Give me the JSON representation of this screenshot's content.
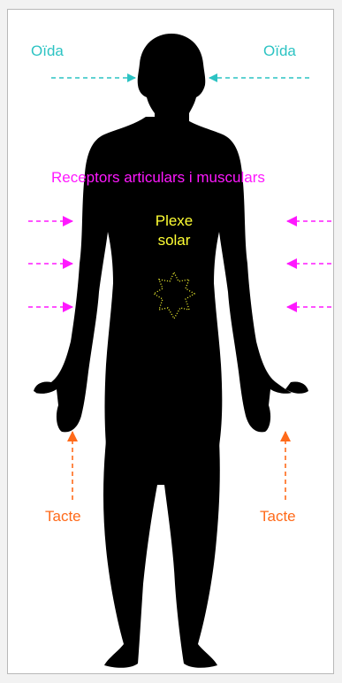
{
  "labels": {
    "hearing_left": "Oïda",
    "hearing_right": "Oïda",
    "proprioception": "Receptors articulars i musculars",
    "solar_plexus_line1": "Plexe",
    "solar_plexus_line2": "solar",
    "touch_left": "Tacte",
    "touch_right": "Tacte"
  },
  "colors": {
    "hearing": "#2cc3c3",
    "proprioception": "#ff18ff",
    "touch": "#ff6a1a",
    "solar_plexus": "#ffff33",
    "body": "#000000",
    "background": "#ffffff"
  }
}
